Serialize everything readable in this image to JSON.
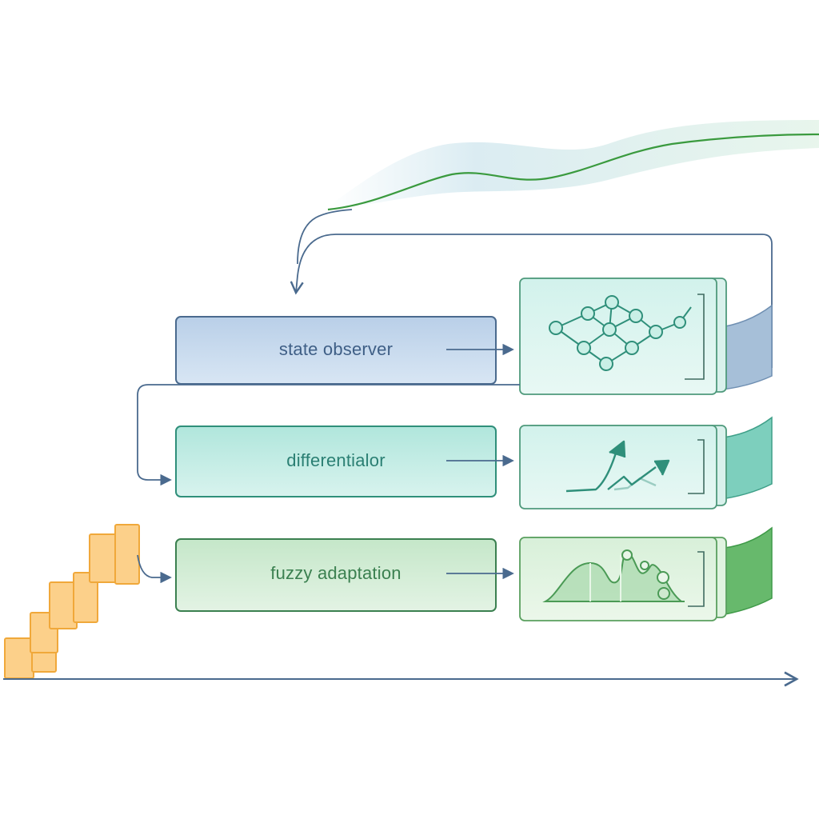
{
  "stages": [
    {
      "label": "state observer",
      "color": "#3f5f86",
      "fill_top": "#b7cde6",
      "fill_bottom": "#d6e4f3",
      "panel_icon": "network-graph-icon"
    },
    {
      "label": "differentialor",
      "color": "#2a7f73",
      "fill_top": "#a7e1d8",
      "fill_bottom": "#d3f1ec",
      "panel_icon": "rising-arrows-icon"
    },
    {
      "label": "fuzzy adaptation",
      "color": "#3b8050",
      "fill_top": "#bfe3c4",
      "fill_bottom": "#e0f1e1",
      "panel_icon": "membership-curves-icon"
    }
  ],
  "colors": {
    "arrow": "#4a6a8e",
    "trajectory": "#3a9a3e",
    "staircase": "#f0a83a",
    "panel_border": "#4f9a7c"
  }
}
